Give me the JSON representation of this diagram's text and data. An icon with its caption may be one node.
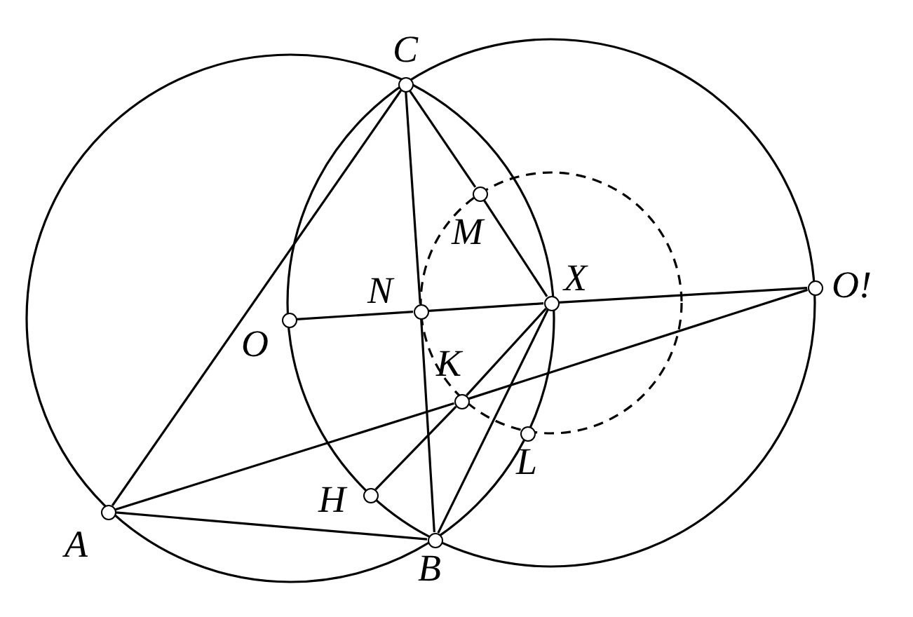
{
  "diagram": {
    "nodes": [
      {
        "text": [],
        "shape": "circle",
        "beside": [
          "C"
        ]
      },
      {
        "text": [],
        "shape": "circle",
        "beside": [
          "M"
        ]
      },
      {
        "text": [],
        "shape": "circle",
        "beside": [
          "N"
        ]
      },
      {
        "text": [],
        "shape": "circle",
        "beside": [
          "X"
        ]
      },
      {
        "text": [],
        "shape": "circle",
        "beside": [
          "O"
        ]
      },
      {
        "text": [],
        "shape": "circle",
        "beside": [
          "O!"
        ]
      },
      {
        "text": [],
        "shape": "circle",
        "beside": [
          "K"
        ]
      },
      {
        "text": [],
        "shape": "circle",
        "beside": [
          "L"
        ]
      },
      {
        "text": [],
        "shape": "circle",
        "beside": [
          "H"
        ]
      },
      {
        "text": [],
        "shape": "circle",
        "beside": [
          "A"
        ]
      },
      {
        "text": [],
        "shape": "circle",
        "beside": [
          "B"
        ]
      }
    ],
    "edges": [
      {
        "from": 0,
        "to": 9,
        "arrow": "none"
      },
      {
        "from": 0,
        "to": 2,
        "arrow": "none"
      },
      {
        "from": 2,
        "to": 10,
        "arrow": "none"
      },
      {
        "from": 0,
        "to": 1,
        "arrow": "none"
      },
      {
        "from": 1,
        "to": 3,
        "arrow": "none"
      },
      {
        "from": 4,
        "to": 2,
        "arrow": "none"
      },
      {
        "from": 2,
        "to": 3,
        "arrow": "none"
      },
      {
        "from": 3,
        "to": 5,
        "arrow": "none"
      },
      {
        "from": 9,
        "to": 6,
        "arrow": "none"
      },
      {
        "from": 6,
        "to": 5,
        "arrow": "none"
      },
      {
        "from": 3,
        "to": 6,
        "arrow": "none"
      },
      {
        "from": 6,
        "to": 8,
        "arrow": "none"
      },
      {
        "from": 3,
        "to": 10,
        "arrow": "none"
      },
      {
        "from": 9,
        "to": 10,
        "arrow": "none"
      }
    ]
  }
}
